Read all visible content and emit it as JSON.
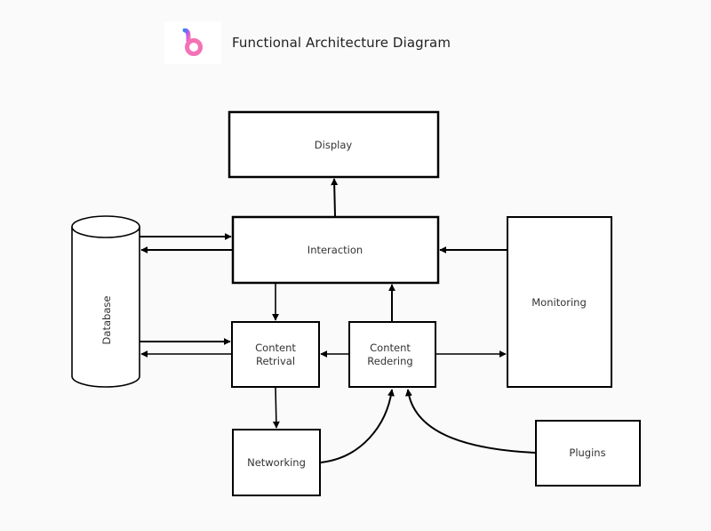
{
  "header": {
    "logo": "b-logo-icon",
    "title": "Functional Architecture Diagram"
  },
  "colors": {
    "background": "#fafafa",
    "stroke": "#000000",
    "logo_gradient": [
      "#3b82f6",
      "#a855f7",
      "#f472b6"
    ]
  },
  "nodes": {
    "display": {
      "label": "Display"
    },
    "interaction": {
      "label": "Interaction"
    },
    "database": {
      "label": "Database",
      "shape": "cylinder"
    },
    "content_retrival": {
      "label_line1": "Content",
      "label_line2": "Retrival"
    },
    "content_redering": {
      "label_line1": "Content",
      "label_line2": "Redering"
    },
    "monitoring": {
      "label": "Monitoring"
    },
    "networking": {
      "label": "Networking"
    },
    "plugins": {
      "label": "Plugins"
    }
  },
  "edges": [
    {
      "from": "Interaction",
      "to": "Display"
    },
    {
      "from": "Database",
      "to": "Interaction"
    },
    {
      "from": "Interaction",
      "to": "Database"
    },
    {
      "from": "Monitoring",
      "to": "Interaction"
    },
    {
      "from": "Interaction",
      "to": "Content Retrival"
    },
    {
      "from": "Content Redering",
      "to": "Interaction"
    },
    {
      "from": "Database",
      "to": "Content Retrival"
    },
    {
      "from": "Content Retrival",
      "to": "Database"
    },
    {
      "from": "Content Redering",
      "to": "Content Retrival"
    },
    {
      "from": "Content Redering",
      "to": "Monitoring"
    },
    {
      "from": "Content Retrival",
      "to": "Networking"
    },
    {
      "from": "Networking",
      "to": "Content Redering"
    },
    {
      "from": "Plugins",
      "to": "Content Redering"
    }
  ]
}
